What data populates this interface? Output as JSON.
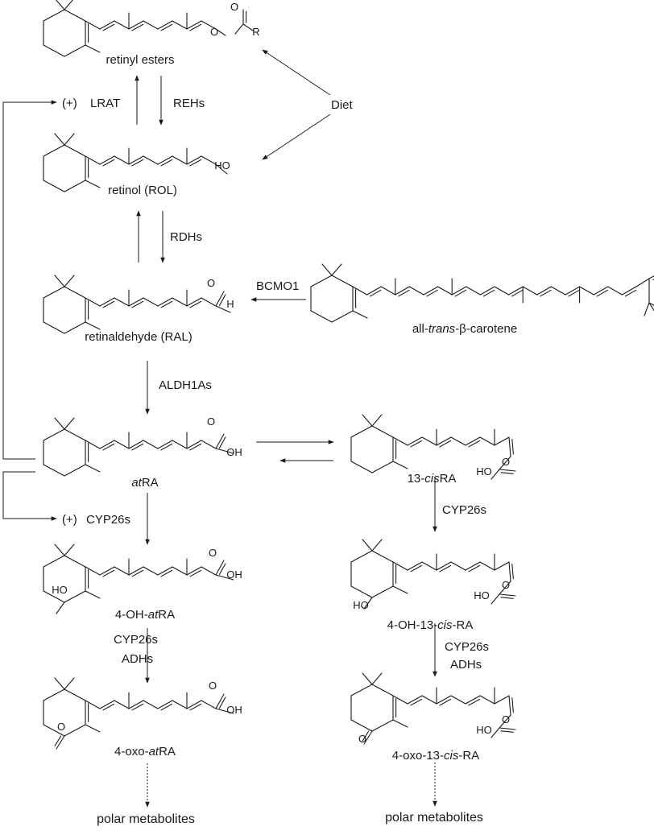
{
  "compounds": {
    "retinyl_esters": "retinyl esters",
    "retinol": "retinol (ROL)",
    "retinaldehyde": "retinaldehyde (RAL)",
    "beta_carotene": {
      "prefix": "all-",
      "italic": "trans",
      "suffix": "-β-carotene"
    },
    "atRA": {
      "italic": "at",
      "suffix": "RA"
    },
    "cisRA": {
      "prefix": "13-",
      "italic": "cis",
      "suffix": "RA"
    },
    "oh_atRA": {
      "prefix": "4-OH-",
      "italic": "at",
      "suffix": "RA"
    },
    "oh_cisRA": {
      "prefix": "4-OH-13-",
      "italic": "cis",
      "suffix": "-RA"
    },
    "oxo_atRA": {
      "prefix": "4-oxo-",
      "italic": "at",
      "suffix": "RA"
    },
    "oxo_cisRA": {
      "prefix": "4-oxo-13-",
      "italic": "cis",
      "suffix": "-RA"
    },
    "polar_left": "polar metabolites",
    "polar_right": "polar metabolites"
  },
  "enzymes": {
    "lrat": "LRAT",
    "rehs": "REHs",
    "rdhs": "RDHs",
    "bcmo1": "BCMO1",
    "aldh1as": "ALDH1As",
    "cyp26s_left": "CYP26s",
    "cyp26s_mid": "CYP26s",
    "adhs_mid": "ADHs",
    "cyp26s_right": "CYP26s",
    "cyp26s_right2": "CYP26s",
    "adhs_right": "ADHs"
  },
  "sources": {
    "diet": "Diet"
  },
  "feedback": {
    "plus_lrat": "(+)",
    "plus_cyp": "(+)"
  },
  "atoms": {
    "ester_o": "O",
    "ester_r": "R",
    "ester_carbonyl_o": "O",
    "retinol_oh": "HO",
    "ral_o": "O",
    "ral_h": "H",
    "atra_o": "O",
    "atra_oh": "OH",
    "cis_ho": "HO",
    "cis_o": "O",
    "ohat_o": "O",
    "ohat_oh": "OH",
    "ohat_ho": "HO",
    "ohcis_ho": "HO",
    "ohcis_o": "O",
    "ohcis_ring_ho": "HO",
    "oxoat_o": "O",
    "oxoat_oh": "OH",
    "oxoat_ring_o": "O",
    "oxocis_ho": "HO",
    "oxocis_o": "O",
    "oxocis_ring_o": "O"
  }
}
